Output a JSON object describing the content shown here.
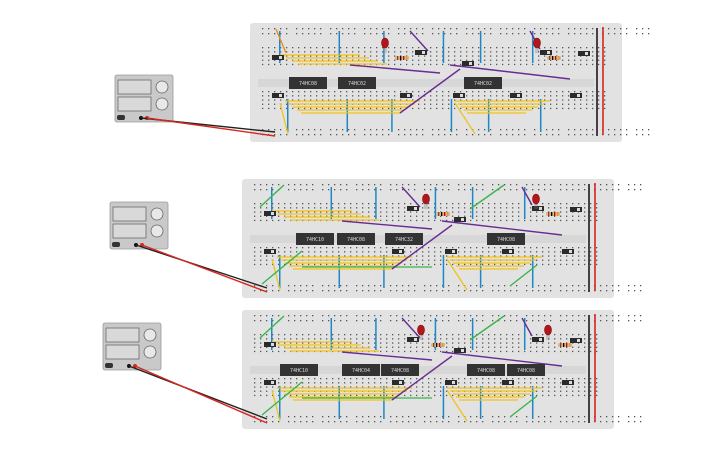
{
  "circuits": [
    {
      "id": "circuit-1",
      "chips": [
        "74HC08",
        "74HC02",
        "74HC02"
      ],
      "led_count": 2
    },
    {
      "id": "circuit-2",
      "chips": [
        "74HC10",
        "74HC08",
        "74HC32",
        "74HC08"
      ],
      "led_count": 2
    },
    {
      "id": "circuit-3",
      "chips": [
        "74HC10",
        "74HC04",
        "74HC08",
        "74HC08",
        "74HC08"
      ],
      "led_count": 2
    }
  ],
  "colors": {
    "breadboard": "#e2e2e2",
    "hole": "#555555",
    "rail_red": "#d7261e",
    "rail_black": "#1a1a1a",
    "wire_blue": "#1e88c7",
    "wire_yellow": "#f2c318",
    "wire_green": "#39b54a",
    "wire_purple": "#6a2c91",
    "wire_orange": "#f08a24",
    "chip_body": "#333333",
    "led_red": "#b3151b"
  }
}
